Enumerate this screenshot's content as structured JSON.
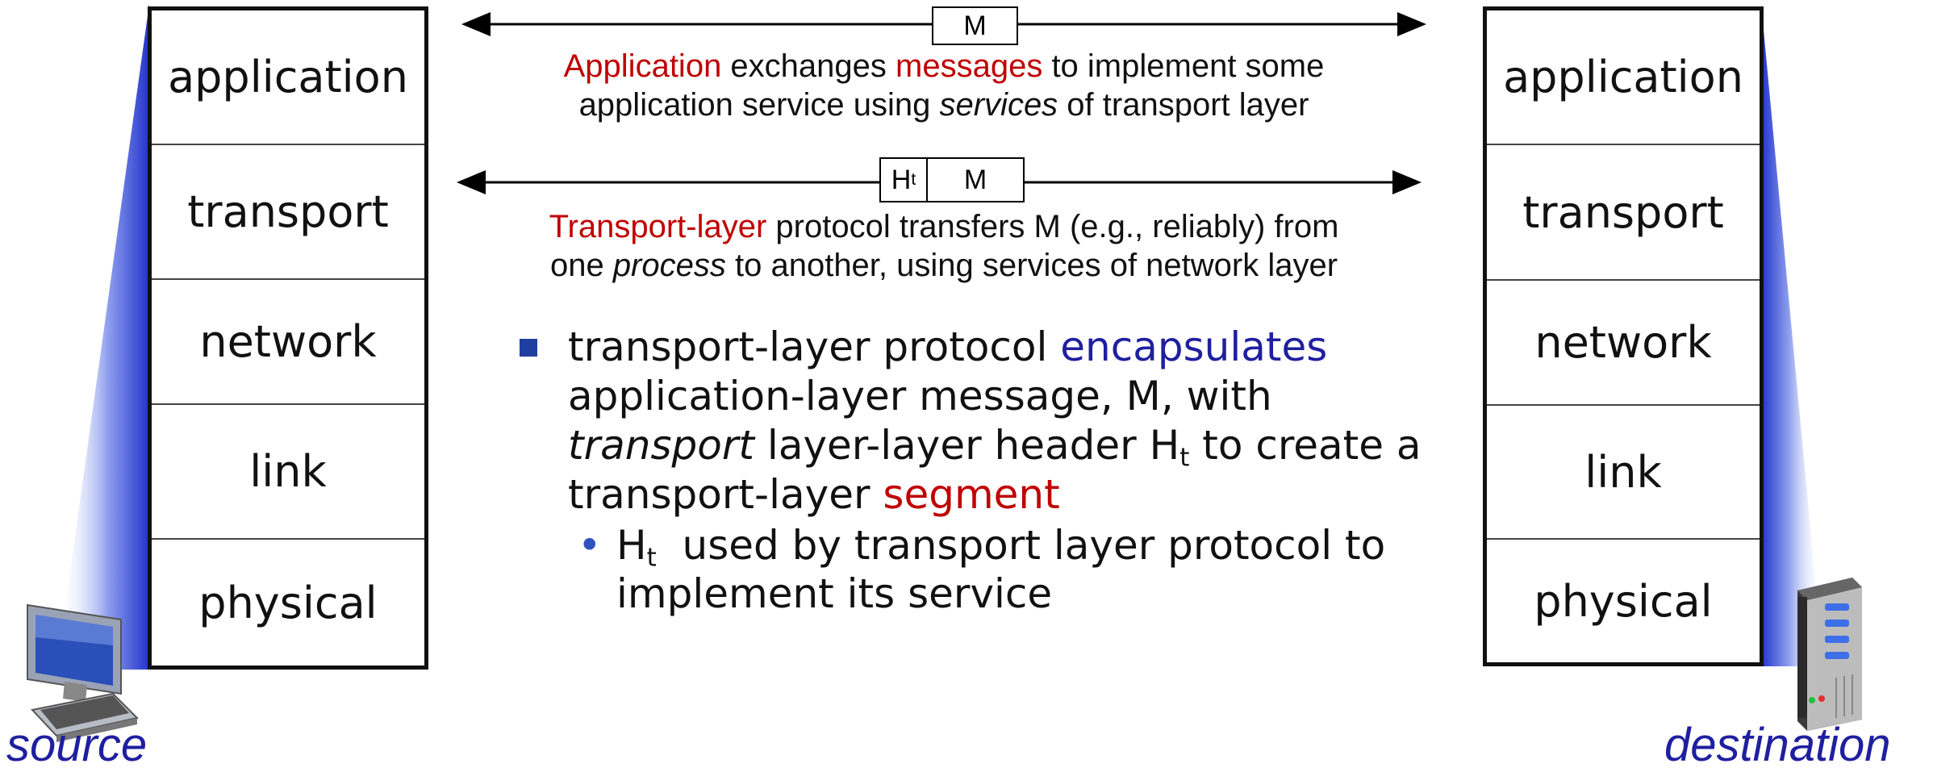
{
  "stacks": {
    "left_layers": [
      "application",
      "transport",
      "network",
      "link",
      "physical"
    ],
    "right_layers": [
      "application",
      "transport",
      "network",
      "link",
      "physical"
    ]
  },
  "source_label": "source",
  "destination_label": "destination",
  "message_box": {
    "label": "M"
  },
  "segment_box": {
    "header_main": "H",
    "header_sub": "t",
    "payload": "M"
  },
  "app_caption": {
    "line1_red1": "Application",
    "line1_mid": " exchanges ",
    "line1_red2": "messages",
    "line1_end": " to implement some",
    "line2_start": "application service using ",
    "line2_italic": "services",
    "line2_end": " of transport layer"
  },
  "transport_caption": {
    "line1_red": "Transport-layer",
    "line1_end": " protocol transfers M (e.g., reliably) from",
    "line2_start": "one ",
    "line2_italic": "process",
    "line2_end": " to another, using services of network layer"
  },
  "bullet": {
    "p1": "transport-layer protocol ",
    "p1_blue": "encapsulates",
    "p2": "application-layer message, M, with",
    "p3_italic": "transport",
    "p3_mid": " layer-layer header H",
    "p3_sub": "t",
    "p3_end": " to create a",
    "p4": "transport-layer ",
    "p4_red": "segment"
  },
  "sub_bullet": {
    "h": "H",
    "h_sub": "t",
    "line1": "  used by transport layer protocol to",
    "line2": "implement its service"
  },
  "colors": {
    "red": "#c00000",
    "blue": "#1f1fa0",
    "bullet_blue": "#1f3fa0",
    "beam": "#3344cc"
  },
  "icons": {
    "source": "desktop-computer-icon",
    "destination": "server-tower-icon"
  }
}
